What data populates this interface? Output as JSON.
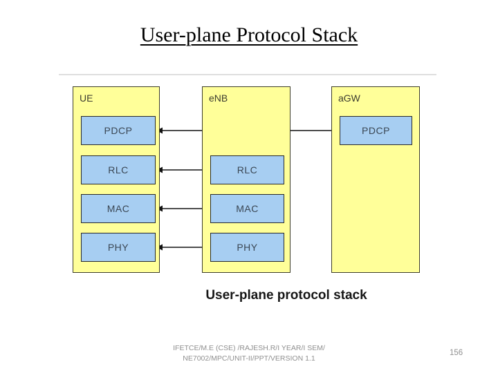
{
  "slide": {
    "title": "User-plane Protocol Stack",
    "caption": "User-plane protocol stack",
    "footer_line1": "IFETCE/M.E (CSE) /RAJESH.R/I YEAR/I SEM/",
    "footer_line2": "NE7002/MPC/UNIT-II/PPT/VERSION 1.1",
    "page_number": "156"
  },
  "diagram": {
    "columns": [
      {
        "id": "UE",
        "label": "UE",
        "layers": [
          "PDCP",
          "RLC",
          "MAC",
          "PHY"
        ]
      },
      {
        "id": "eNB",
        "label": "eNB",
        "layers": [
          "RLC",
          "MAC",
          "PHY"
        ]
      },
      {
        "id": "aGW",
        "label": "aGW",
        "layers": [
          "PDCP"
        ]
      }
    ],
    "links": [
      {
        "layer": "PDCP",
        "from": "UE",
        "to": "aGW"
      },
      {
        "layer": "RLC",
        "from": "UE",
        "to": "eNB"
      },
      {
        "layer": "MAC",
        "from": "UE",
        "to": "eNB"
      },
      {
        "layer": "PHY",
        "from": "UE",
        "to": "eNB"
      }
    ],
    "colors": {
      "column_fill": "#FFFF99",
      "column_border": "#3c3c28",
      "layer_fill": "#A7CEF2",
      "layer_border": "#26272b",
      "arrow": "#111111"
    }
  }
}
